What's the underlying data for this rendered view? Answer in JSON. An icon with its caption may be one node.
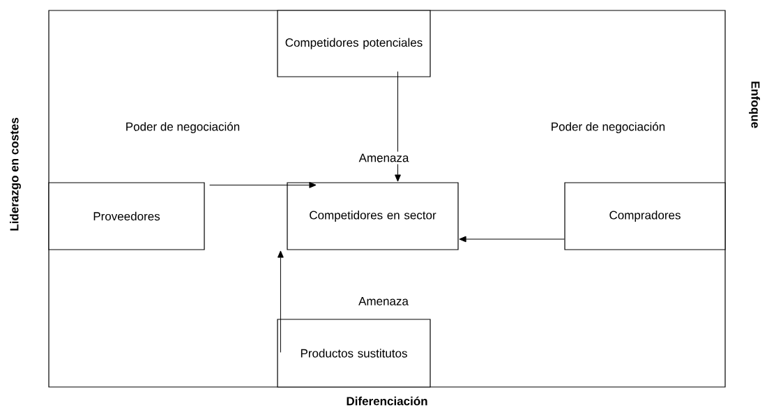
{
  "diagram": {
    "nodes": [
      {
        "text": [
          "Competidores potenciales"
        ]
      },
      {
        "text": [
          "Proveedores"
        ]
      },
      {
        "text": [
          "Competidores en sector"
        ]
      },
      {
        "text": [
          "Compradores"
        ]
      },
      {
        "text": [
          "Productos sustitutos"
        ]
      }
    ],
    "edges": [
      {
        "from": 0,
        "to": 2,
        "arrow": "to",
        "label": "Amenaza"
      },
      {
        "from": 1,
        "to": 2,
        "arrow": "to"
      },
      {
        "from": 3,
        "to": 2,
        "arrow": "to"
      },
      {
        "from": 4,
        "to": 2,
        "arrow": "to"
      }
    ],
    "labels": [
      "Poder de negociación",
      "Poder de negociación",
      "Amenaza",
      "Liderazgo en costes",
      "Enfoque",
      "Diferenciación"
    ]
  }
}
